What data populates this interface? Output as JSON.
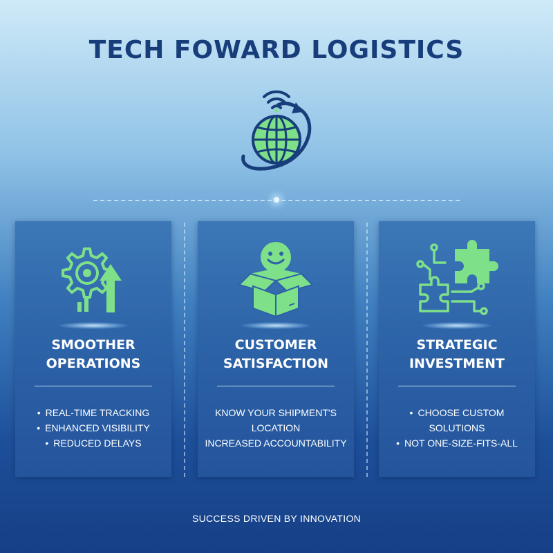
{
  "title": "TECH FOWARD LOGISTICS",
  "hero_icon": "globe-with-wifi-and-orbit-arrow-icon",
  "colors": {
    "accent_green": "#7fe08a",
    "navy": "#173d7a",
    "card_blue": "#2c62a7"
  },
  "cards": [
    {
      "icon": "gear-with-up-arrow-icon",
      "title_line1": "SMOOTHER",
      "title_line2": "OPERATIONS",
      "items": [
        "REAL-TIME TRACKING",
        "ENHANCED VISIBILITY",
        "REDUCED DELAYS"
      ]
    },
    {
      "icon": "smiling-box-icon",
      "title_line1": "CUSTOMER",
      "title_line2": "SATISFACTION",
      "items": [
        "KNOW YOUR SHIPMENT'S",
        "LOCATION",
        "INCREASED ACCOUNTABILITY"
      ]
    },
    {
      "icon": "puzzle-pieces-icon",
      "title_line1": "STRATEGIC",
      "title_line2": "INVESTMENT",
      "items": [
        "CHOOSE CUSTOM",
        "SOLUTIONS",
        "NOT ONE-SIZE-FITS-ALL"
      ]
    }
  ],
  "footer": "SUCCESS DRIVEN BY INNOVATION"
}
